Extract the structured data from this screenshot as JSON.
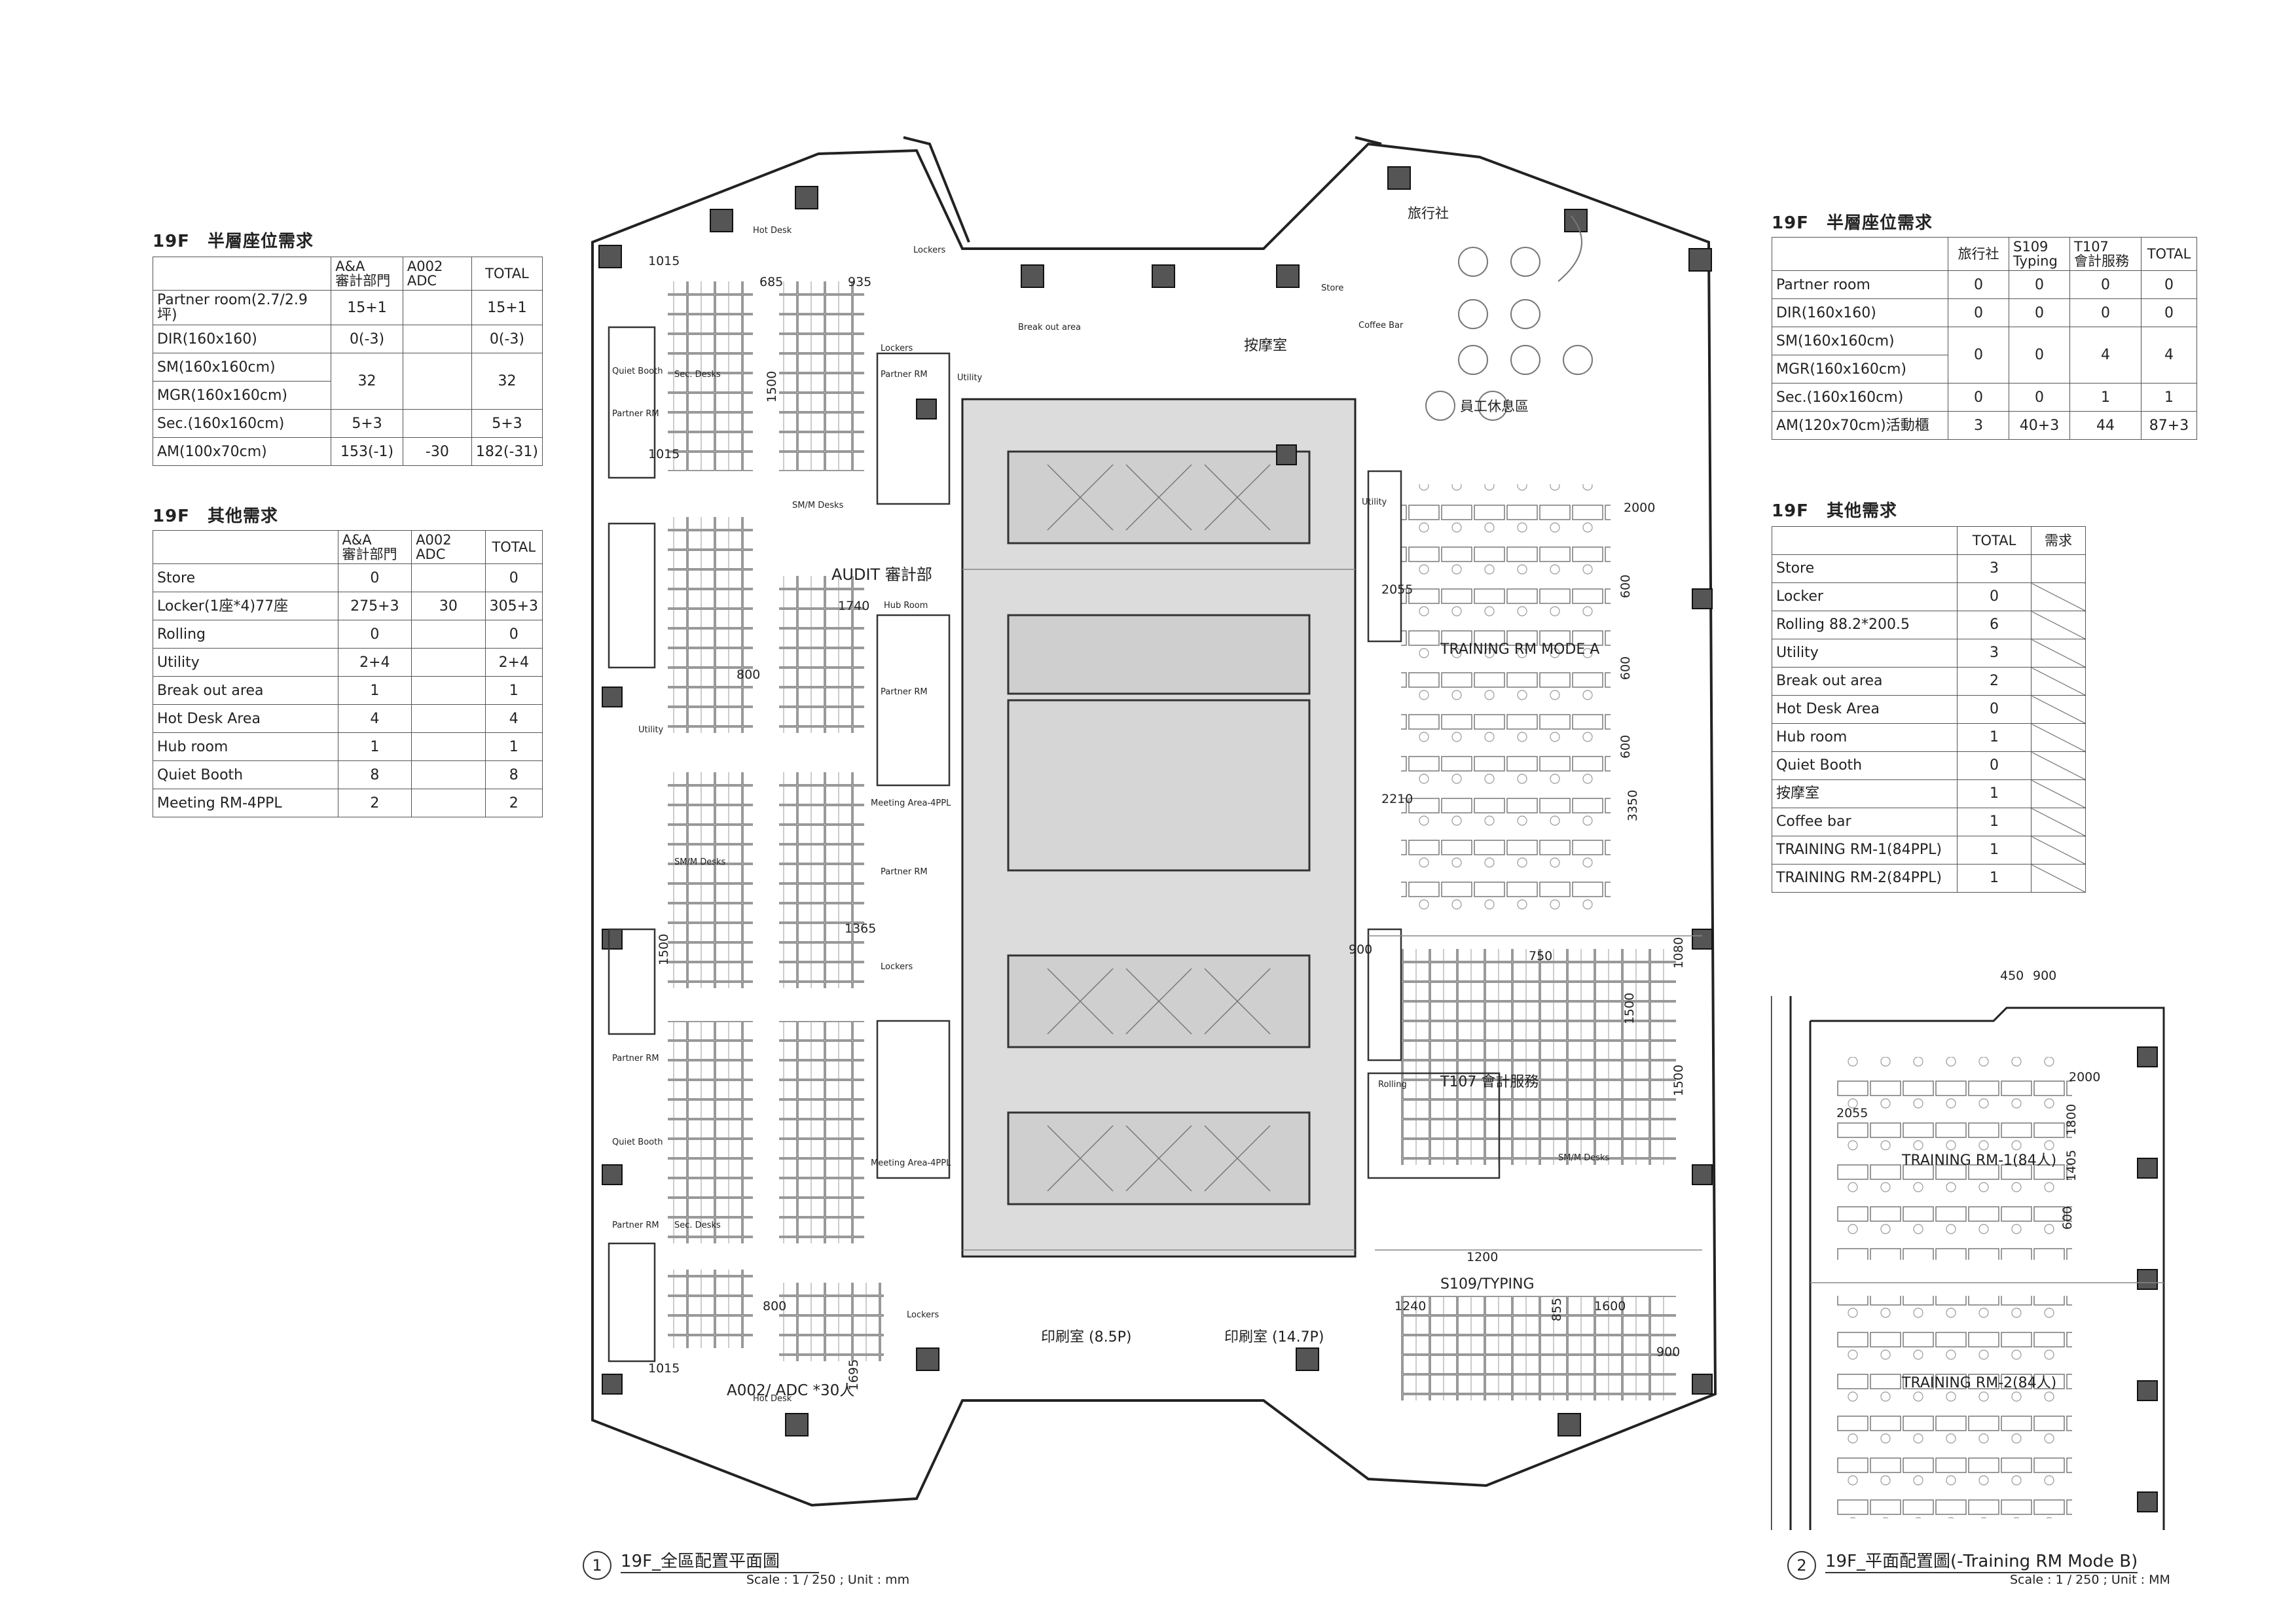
{
  "left_tables": {
    "seats": {
      "title": "19F　半層座位需求",
      "headers": [
        "",
        "A&A\n審計部門",
        "A002\nADC",
        "TOTAL"
      ],
      "rows": [
        {
          "label": "Partner room(2.7/2.9坪)",
          "a": "15+1",
          "b": "",
          "t": "15+1"
        },
        {
          "label": "DIR(160x160)",
          "a": "0(-3)",
          "b": "",
          "t": "0(-3)"
        },
        {
          "label": "SM(160x160cm)",
          "label2": "MGR(160x160cm)",
          "a": "32",
          "b": "",
          "t": "32"
        },
        {
          "label": "Sec.(160x160cm)",
          "a": "5+3",
          "b": "",
          "t": "5+3"
        },
        {
          "label": "AM(100x70cm)",
          "a": "153(-1)",
          "b": "-30",
          "t": "182(-31)"
        }
      ]
    },
    "other": {
      "title": "19F　其他需求",
      "headers": [
        "",
        "A&A\n審計部門",
        "A002\nADC",
        "TOTAL"
      ],
      "rows": [
        {
          "label": "Store",
          "a": "0",
          "b": "",
          "t": "0"
        },
        {
          "label": "Locker(1座*4)77座",
          "a": "275+3",
          "b": "30",
          "t": "305+3"
        },
        {
          "label": "Rolling",
          "a": "0",
          "b": "",
          "t": "0"
        },
        {
          "label": "Utility",
          "a": "2+4",
          "b": "",
          "t": "2+4"
        },
        {
          "label": "Break out area",
          "a": "1",
          "b": "",
          "t": "1"
        },
        {
          "label": "Hot Desk Area",
          "a": "4",
          "b": "",
          "t": "4"
        },
        {
          "label": "Hub room",
          "a": "1",
          "b": "",
          "t": "1"
        },
        {
          "label": "Quiet Booth",
          "a": "8",
          "b": "",
          "t": "8"
        },
        {
          "label": "Meeting RM-4PPL",
          "a": "2",
          "b": "",
          "t": "2"
        }
      ]
    }
  },
  "right_tables": {
    "seats": {
      "title": "19F　半層座位需求",
      "headers": [
        "",
        "旅行社",
        "S109\nTyping",
        "T107\n會計服務",
        "TOTAL"
      ],
      "rows": [
        {
          "label": "Partner room",
          "v": [
            "0",
            "0",
            "0",
            "0"
          ]
        },
        {
          "label": "DIR(160x160)",
          "v": [
            "0",
            "0",
            "0",
            "0"
          ]
        },
        {
          "label": "SM(160x160cm)",
          "label2": "MGR(160x160cm)",
          "v": [
            "0",
            "0",
            "4",
            "4"
          ]
        },
        {
          "label": "Sec.(160x160cm)",
          "v": [
            "0",
            "0",
            "1",
            "1"
          ]
        },
        {
          "label": "AM(120x70cm)活動櫃",
          "v": [
            "3",
            "40+3",
            "44",
            "87+3"
          ]
        }
      ]
    },
    "other": {
      "title": "19F　其他需求",
      "headers": [
        "",
        "TOTAL",
        "需求"
      ],
      "rows": [
        {
          "label": "Store",
          "t": "3"
        },
        {
          "label": "Locker",
          "t": "0"
        },
        {
          "label": "Rolling 88.2*200.5",
          "t": "6"
        },
        {
          "label": "Utility",
          "t": "3"
        },
        {
          "label": "Break out area",
          "t": "2"
        },
        {
          "label": "Hot Desk Area",
          "t": "0"
        },
        {
          "label": "Hub room",
          "t": "1"
        },
        {
          "label": "Quiet Booth",
          "t": "0"
        },
        {
          "label": "按摩室",
          "t": "1"
        },
        {
          "label": "Coffee bar",
          "t": "1"
        },
        {
          "label": "TRAINING  RM-1(84PPL)",
          "t": "1"
        },
        {
          "label": "TRAINING  RM-2(84PPL)",
          "t": "1"
        }
      ]
    }
  },
  "plan_labels": {
    "audit": "AUDIT 審計部",
    "a002": "A002/ ADC *30人",
    "massage": "按摩室",
    "break_area": "員工休息區",
    "travel": "旅行社",
    "training_a": "TRAINING RM MODE A",
    "t107": "T107 會計服務",
    "typing": "S109/TYPING",
    "print1": "印刷室 (8.5P)",
    "print2": "印刷室 (14.7P)",
    "hot_desk": "Hot Desk",
    "lockers": "Lockers",
    "partner_rm": "Partner RM",
    "quiet_booth": "Quiet Booth",
    "store": "Store",
    "coffee_bar": "Coffee Bar",
    "breakout": "Break out area",
    "utility": "Utility",
    "hub_room": "Hub Room",
    "sec_desks": "Sec. Desks",
    "smm_desks": "SM/M Desks",
    "meeting": "Meeting Area-4PPL",
    "rolling": "Rolling",
    "dims": [
      "1015",
      "685",
      "935",
      "1500",
      "1015",
      "1740",
      "800",
      "1365",
      "1500",
      "800",
      "1695",
      "1015",
      "2000",
      "2055",
      "600",
      "600",
      "2210",
      "3350",
      "600",
      "900",
      "750",
      "1500",
      "1080",
      "1500",
      "1200",
      "1240",
      "1600",
      "855",
      "900"
    ]
  },
  "mode_b": {
    "rm1": "TRAINING RM-1(84人)",
    "rm2": "TRAINING RM-2(84人)",
    "dims": [
      "450",
      "900",
      "2000",
      "2055",
      "1800",
      "1405",
      "600"
    ]
  },
  "captions": {
    "left_num": "1",
    "left_title": "19F_全區配置平面圖",
    "left_scale": "Scale : 1 / 250 ; Unit : mm",
    "right_num": "2",
    "right_title": "19F_平面配置圖(-Training RM Mode B)",
    "right_scale": "Scale : 1 / 250 ; Unit : MM"
  }
}
